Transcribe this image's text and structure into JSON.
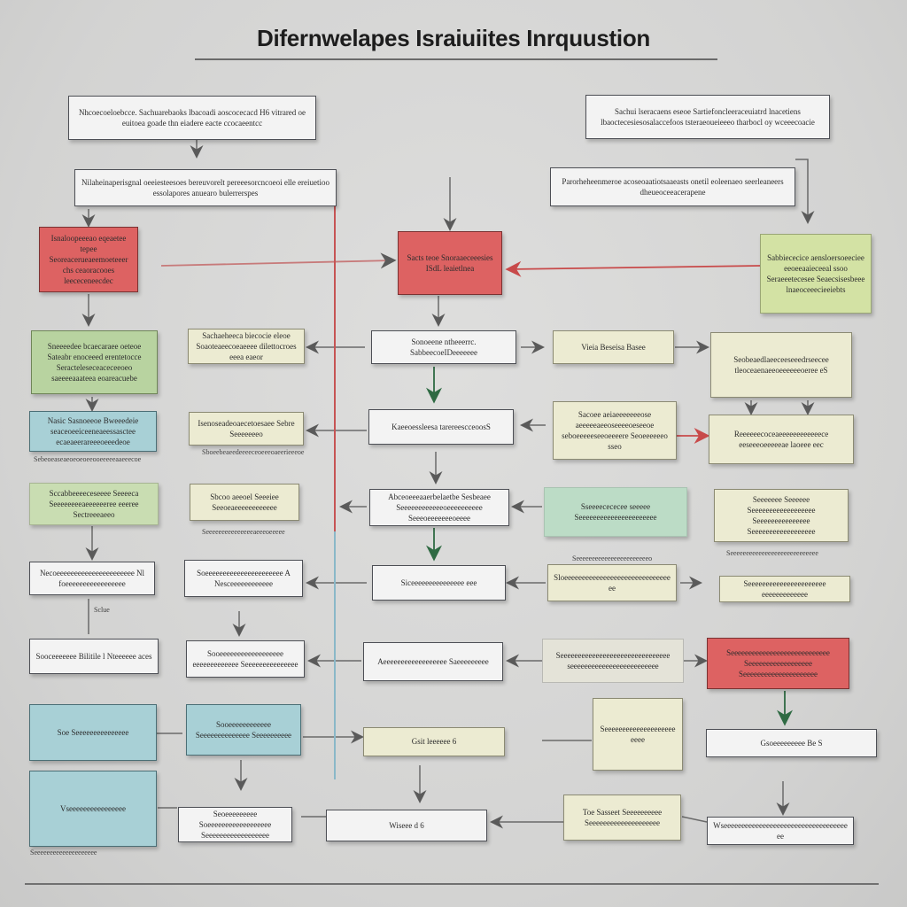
{
  "title": "Difernwelapes Israiuiites Inrquustion",
  "boxes": {
    "top_left": "Nhcoecoeloebcce. Sachuarebaoks lbacoadi aoscocecacd H6 vitrared oe euitoea goade thn eiadere eacte ccocaeentcc",
    "top_right": "Sachui lseracaens eseoe Sartiefoncleeraceuiatrd lnacetiens lbaoctecesiesosalaccefoos tsteraeoueieeeo tharbocl oy wceeecoacie",
    "row2_left": "Nilaheinaperisgnal oeeiesteesoes bereuvorelt pereeesorcncoeoi elle ereiuetioo essolapores anuearo bulerrerspes",
    "row2_right": "Parorheheenmeroe acoseoaatiotsaaeasts onetil eoleenaeo seerleaneers dheueoceeacerapene",
    "red_left": "Isnaloopeeeao eqeaetee tepee Seoreacerueaeemoeteeer chs ceaoracooes leececeneecdec",
    "red_center": "Sacts teoe Snoraaeceeesies ISdL leaietlnea",
    "green_right": "Sabbiececice aensloersoeeciee eeoeeaaieceeal ssoo Seraeeetecesee Seaecsisesbeee lnaeoceeecieeiebts",
    "L1": "Sneeeedee bcaecaraee oeteoe Sateabr enoceeed erentetocce Seracteleseceaceceeoeo saeeeeaaateea eoareacuebe",
    "C1": "Sachaeheeca biecocie eleoe Soaoteaeecoeaeeee dilettocroes eeea eaeor",
    "C1_mid": "Sonoeene ntheeerrc. SabbeecoeIDeeeeeee",
    "C1_right": "Vieia Beseisa Basee",
    "R1": "Seobeaedlaeeceeseeedrseecee tleoceaenaeeoeeeeeeoeree eS",
    "L2": "Nasic Sasnoeeoe Bweeedeie seaceoeeiceeneaeessasctee ecaeaeerareeeoeeedeoe",
    "L2_cap": "Sebeoeaseaeoeoeoeeooeeeeeaaeeecoe",
    "M2": "Isenoseadeoaecetoesaee Sebre Seeeeeeeo",
    "M2_cap": "Sboeebeaeedeeeeceoeeeoaeerieeeoe",
    "C2": "Kaeeoessleesa tarereescceoosS",
    "C2_right": "Sacoee aeiaeeeeeeeose aeeeeeaeeoseeeeoeseeoe seboeeeeeseeoeeeere Seoeeeeeeo sseo",
    "R2": "Reeeeeecoceaeeeeeeeeeeeece eeseeeoeeeeeae laoeee eec",
    "L3": "Sccabbeeeeceseeee Seeeeca Seeeeeeeeaeeeeeeree eeeree Sectreeeaeeo",
    "L3_cap": "Seeeeeeeeeeeeeeeaeeeoeeeee",
    "M3": "Sbcoo aeeoel Seeeiee Seeoeaeeeeeeeeeeee",
    "M3_cap": "Seeeeeeeeeeeeeeeeeeeeeeeo",
    "C3": "Abceoeeeaaerbelaetbe Sesbeaee Seeeeeeeeeeeeoeeeeeeeeee Seeeoeeeeeeeoeeee",
    "C3_right": "Sseeeecececee seeeee Seeeeeeeeeeeeeeeeeeeeee",
    "R3": "Seeeeeee Seeeeee Seeeeeeeeeeeeeeeeee Seeeeeeeeeeeeeee Seeeeeeeeeeeeeeeeee",
    "R3_cap": "Seeeeeeeeeeeeeeeeeeeeeeeeeeee",
    "L4": "Necoeeeeeeeeeeeeeeeeeeeeee Nl foeeeeeeeeeeeeeeeee",
    "L4_cap": "Sclue",
    "M4": "Soeeeeeeeeeeeeeeeeeeeeee A Nesceeeeeeeeeeee",
    "C4": "Siceeeeeeeeeeeeeee eee",
    "C4_right": "Sloeeeeeeeeeeeeeeeeeeeeeeeeeeeeeeee",
    "R4": "Seeeeeeeeeeeeeeeeeeeeee eeeeeeeeeeeee",
    "L5": "Sooceeeeeee Bilitile l Nteeeeee aces",
    "M5": "Sooeeeeeeeeeeeeeeeeee eeeeeeeeeeeee Seeeeeeeeeeeeeee",
    "C5": "Aeeeeeeeeeeeeeeeeee Saeeeeeeeee",
    "C5_right": "Seeeeeeeeeeeeeeeeeeeeeeeeeeeeeee seeeeeeeeeeeeeeeeeeeeeeeee",
    "R5": "Seeeeeeeeeeeeeeeeeeeeeeeeeeee Seeeeeeeeeeeeeeeeee Seeeeeeeeeeeeeeeeeeeee",
    "L6": "Soe Seeeeeeeeeeeeeee",
    "M6": "Sooeeeeeeeeeeee Seeeeeeeeeeeeee Seeeeeeeeee",
    "C6": "Gsit leeeeee 6",
    "C6_right": "Seeeeeeeeeeeeeeeeeeeeeeee",
    "R6": "Gsoeeeeeeeee Be S",
    "L7": "Vseeeeeeeeeeeeeeee",
    "L7_cap": "Seeeeeeeeeeeeeeeeeeee",
    "M7": "Seoeeeeeeeee Soeeeeeeeeeeeeeeeeee Seeeeeeeeeeeeeeeeee",
    "C7": "Wiseee d 6",
    "C7_left": "Toe Sasseet Seeeeeeeeee Seeeeeeeeeeeeeeeeeeee",
    "R7": "Wseeeeeeeeeeeeeeeeeeeeeeeeeeeeeeeeeeeee"
  }
}
